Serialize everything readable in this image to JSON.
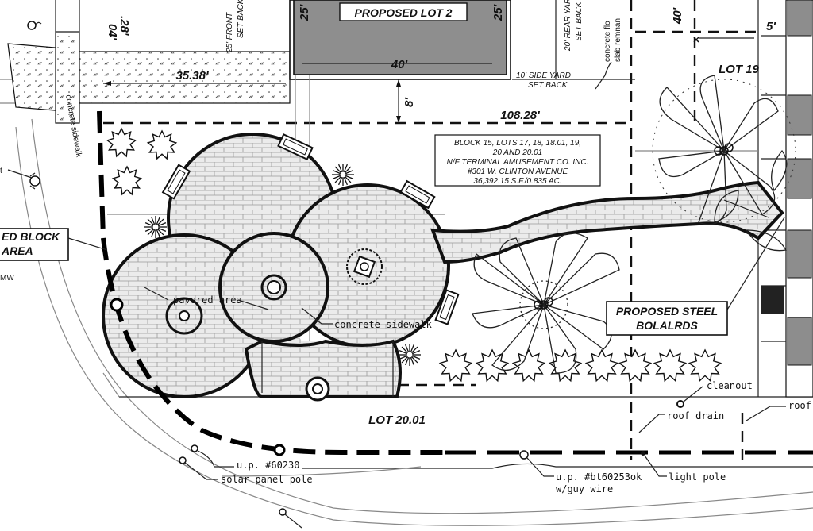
{
  "title_block": {
    "lines": [
      "BLOCK 15, LOTS 17, 18, 18.01, 19,",
      "20 AND 20.01",
      "N/F TERMINAL AMUSEMENT CO. INC.",
      "#301 W. CLINTON AVENUE",
      "36,392.15 S.F./0.835 AC."
    ]
  },
  "callouts": {
    "proposed_lot": "PROPOSED LOT 2",
    "steel_bollards": [
      "PROPOSED STEEL",
      "BOLALRDS"
    ],
    "block_area": [
      "ED BLOCK",
      "AREA"
    ]
  },
  "dimensions": {
    "d_35_38": "35.38'",
    "d_40_building": "40'",
    "d_108_28": "108.28'",
    "d_8": "8'",
    "d_40_top": "40'",
    "d_25_left": "25'",
    "d_25_right": "25'",
    "d_04": "04'",
    "d_28": ".28'",
    "d_5": "5'"
  },
  "setbacks": {
    "front": [
      "25' FRONT",
      "SET BACK"
    ],
    "rear": [
      "20' REAR YARD",
      "SET BACK"
    ],
    "side": [
      "10' SIDE YARD",
      "SET BACK"
    ]
  },
  "lots": {
    "lot19": "LOT 19",
    "lot20_01": "LOT 20.01"
  },
  "notes": {
    "concrete_sidewalk_vertical": "concrete sidewalk",
    "concrete_slab": [
      "concrete flo",
      "slab remnan"
    ],
    "pavered_area": "pavered area",
    "concrete_sidewalk": "concrete sidewalk",
    "cleanout": "cleanout",
    "roof_drain": "roof drain",
    "roof": "roof",
    "up_60230": "u.p. #60230",
    "solar_panel_pole": "solar panel pole",
    "up_bt60253ok": "u.p. #bt60253ok",
    "guy_wire": "w/guy wire",
    "light_pole": "light pole",
    "left_t": "t",
    "left_mh": "MW"
  }
}
